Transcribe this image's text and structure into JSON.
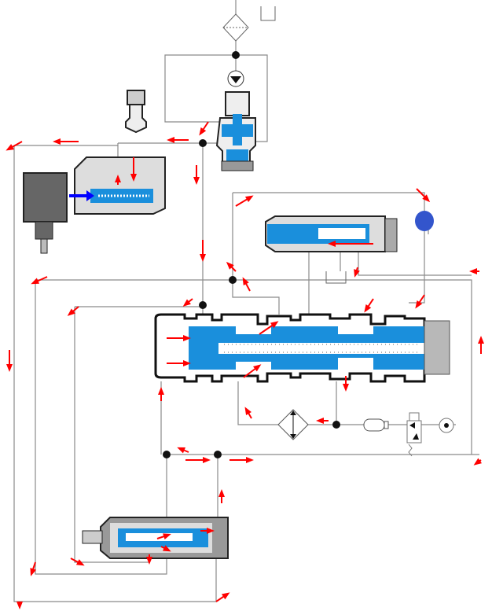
{
  "colors": {
    "fluid": "#1a8fdc",
    "flow_arrow": "#ff0000",
    "line": "#8a8a8a",
    "body_outline": "#111111",
    "housing_gray": "#b8b8b8",
    "solenoid_coil": "#666666",
    "pilot_indicator": "#3355cc",
    "actuator_arrow": "#0000ff"
  },
  "components": [
    {
      "name": "filter",
      "icon": "filter-diamond-icon"
    },
    {
      "name": "tank",
      "icon": "tank-icon"
    },
    {
      "name": "pump",
      "icon": "pump-icon"
    },
    {
      "name": "relief-valve",
      "icon": "relief-valve-icon"
    },
    {
      "name": "check-valve",
      "icon": "check-valve-icon"
    },
    {
      "name": "solenoid-valve",
      "icon": "solenoid-valve-icon"
    },
    {
      "name": "pilot-valve",
      "icon": "pilot-valve-icon"
    },
    {
      "name": "main-spool-valve",
      "icon": "spool-valve-icon"
    },
    {
      "name": "cooler",
      "icon": "heat-exchanger-icon"
    },
    {
      "name": "accumulator",
      "icon": "accumulator-icon"
    },
    {
      "name": "directional-valve",
      "icon": "directional-valve-icon"
    },
    {
      "name": "pressure-gauge",
      "icon": "gauge-icon"
    },
    {
      "name": "regulator-valve",
      "icon": "regulator-valve-icon"
    }
  ]
}
